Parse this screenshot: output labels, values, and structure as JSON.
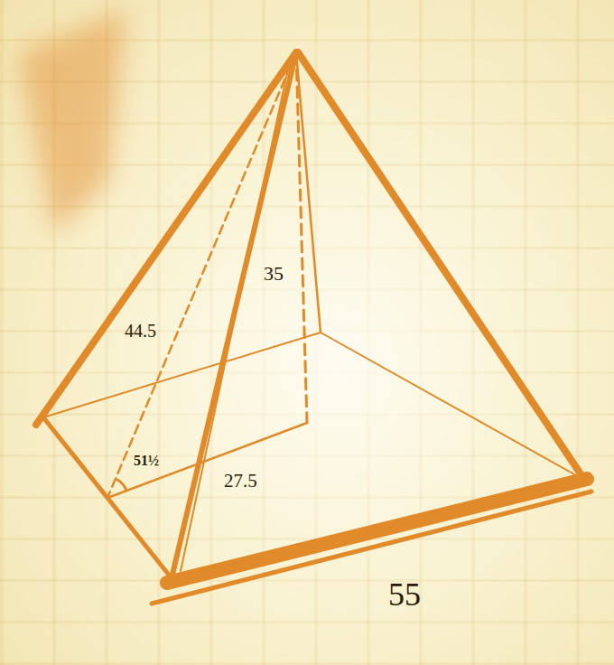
{
  "diagram": {
    "labels": [
      "35",
      "44.5",
      "51½",
      "27.5",
      "55"
    ]
  }
}
